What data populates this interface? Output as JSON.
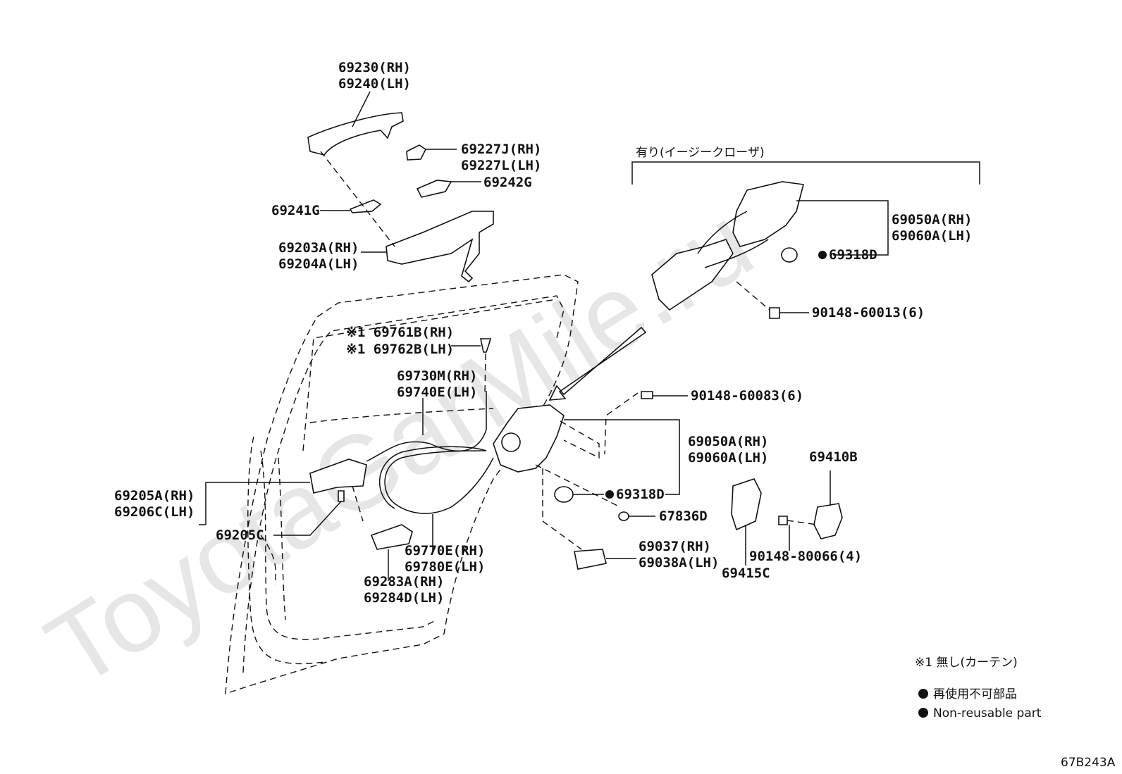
{
  "watermark": "ToyotaGarMile.ru",
  "header_jp": "有り(イージークローザ)",
  "labels": {
    "p69230": "69230(RH)",
    "p69240": "69240(LH)",
    "p69227J": "69227J(RH)",
    "p69227L": "69227L(LH)",
    "p69242G": "69242G",
    "p69241G": "69241G",
    "p69203A": "69203A(RH)",
    "p69204A": "69204A(LH)",
    "p69761B": "※1 69761B(RH)",
    "p69762B": "※1 69762B(LH)",
    "p69730M": "69730M(RH)",
    "p69740E": "69740E(LH)",
    "p69205A": "69205A(RH)",
    "p69206C": "69206C(LH)",
    "p69205C": "69205C",
    "p69770E": "69770E(RH)",
    "p69780E": "69780E(LH)",
    "p69283A": "69283A(RH)",
    "p69284D": "69284D(LH)",
    "p69050A_top": "69050A(RH)",
    "p69060A_top": "69060A(LH)",
    "p69318D_top": "69318D",
    "p90148_60013": "90148-60013(6)",
    "p90148_60083": "90148-60083(6)",
    "p69050A_mid": "69050A(RH)",
    "p69060A_mid": "69060A(LH)",
    "p69318D_mid": "69318D",
    "p67836D": "67836D",
    "p69037": "69037(RH)",
    "p69038A": "69038A(LH)",
    "p69410B": "69410B",
    "p90148_80066": "90148-80066(4)",
    "p69415C": "69415C"
  },
  "notes": {
    "note1": "※1 無し(カーテン)",
    "legend_jp": "再使用不可部品",
    "legend_en": "Non-reusable part"
  },
  "figure_code": "67B243A"
}
